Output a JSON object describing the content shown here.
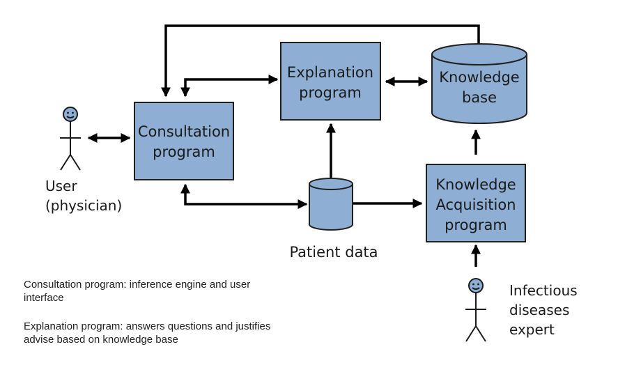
{
  "nodes": {
    "consultation": {
      "lines": [
        "Consultation",
        "program"
      ]
    },
    "explanation": {
      "lines": [
        "Explanation",
        "program"
      ]
    },
    "knowledge_base": {
      "lines": [
        "Knowledge",
        "base"
      ]
    },
    "knowledge_acquisition": {
      "lines": [
        "Knowledge",
        "Acquisition",
        "program"
      ]
    },
    "patient_data": {
      "label": "Patient data"
    }
  },
  "actors": {
    "user": {
      "lines": [
        "User",
        "(physician)"
      ]
    },
    "expert": {
      "lines": [
        "Infectious",
        "diseases",
        "expert"
      ]
    }
  },
  "notes": {
    "consultation": [
      "Consultation program: inference engine and user",
      "interface"
    ],
    "explanation": [
      "Explanation program: answers questions and justifies",
      "advise based on knowledge base"
    ]
  },
  "colors": {
    "box_fill": "#8eaed3",
    "stroke": "#1f1f1f",
    "arrow": "#000000"
  }
}
